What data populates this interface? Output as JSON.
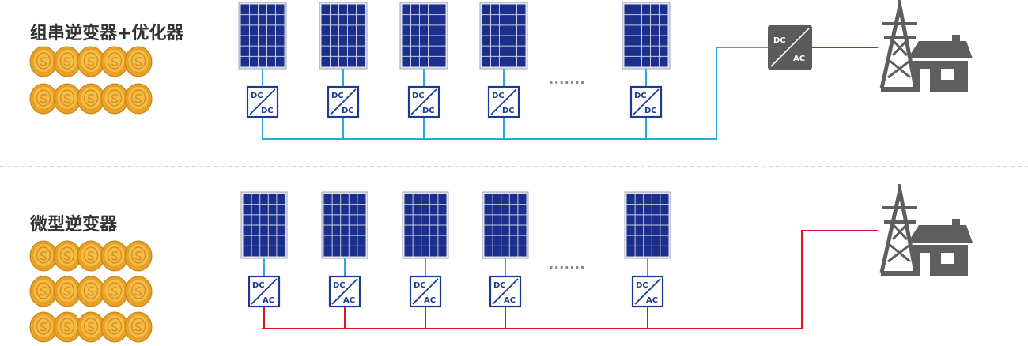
{
  "sections": {
    "string_optimizer": {
      "title": "组串逆变器+优化器",
      "module_converter": {
        "top": "DC",
        "bottom": "DC"
      },
      "central_inverter": {
        "top": "DC",
        "bottom": "AC"
      },
      "ellipsis": ".......",
      "coin_rows": 2,
      "coins_per_row": 5
    },
    "micro_inverter": {
      "title": "微型逆变器",
      "module_converter": {
        "top": "DC",
        "bottom": "AC"
      },
      "ellipsis": ".......",
      "coin_rows": 3,
      "coins_per_row": 5
    }
  },
  "colors": {
    "dc_line": "#2aa8dc",
    "ac_line": "#e1141b",
    "panel": "#1d2f8c",
    "converter_border": "#1b3b8f",
    "central_inverter": "#5b5b5b",
    "grid_icon": "#5e5e5e",
    "coin": "#f0a82c",
    "divider": "#c8c8c8"
  },
  "icons": [
    "solar-panel-icon",
    "dc-dc-optimizer-icon",
    "dc-ac-inverter-icon",
    "transmission-tower-icon",
    "house-icon",
    "coin-icon"
  ]
}
